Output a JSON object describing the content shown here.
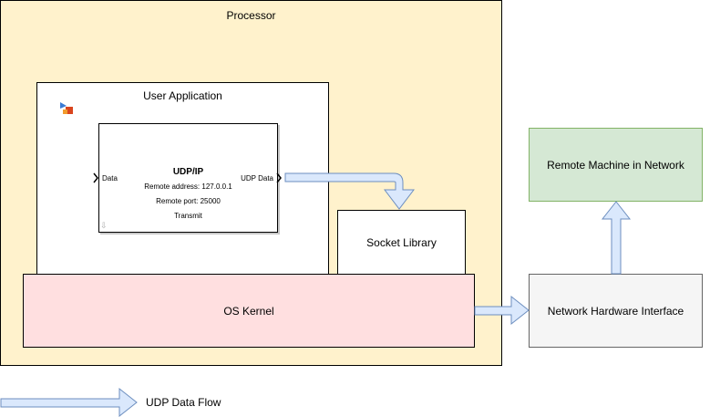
{
  "colors": {
    "processor_fill": "#fff2cc",
    "kernel_fill": "#ffdfe0",
    "remote_fill": "#d5e8d4",
    "remote_border": "#82b366",
    "nic_fill": "#f5f5f5",
    "arrow_fill": "#dae8fc",
    "arrow_stroke": "#6c8ebf"
  },
  "processor": {
    "title": "Processor"
  },
  "user_app": {
    "title": "User Application",
    "icon": "simulink-model-icon",
    "block": {
      "title": "UDP/IP",
      "remote_address": "Remote address: 127.0.0.1",
      "remote_port": "Remote port: 25000",
      "mode": "Transmit",
      "input_port": "Data",
      "output_port": "UDP Data"
    }
  },
  "socket_library": {
    "label": "Socket Library"
  },
  "os_kernel": {
    "label": "OS Kernel"
  },
  "nic": {
    "label": "Network Hardware Interface"
  },
  "remote_machine": {
    "label": "Remote Machine in Network"
  },
  "legend": {
    "label": "UDP Data Flow"
  }
}
